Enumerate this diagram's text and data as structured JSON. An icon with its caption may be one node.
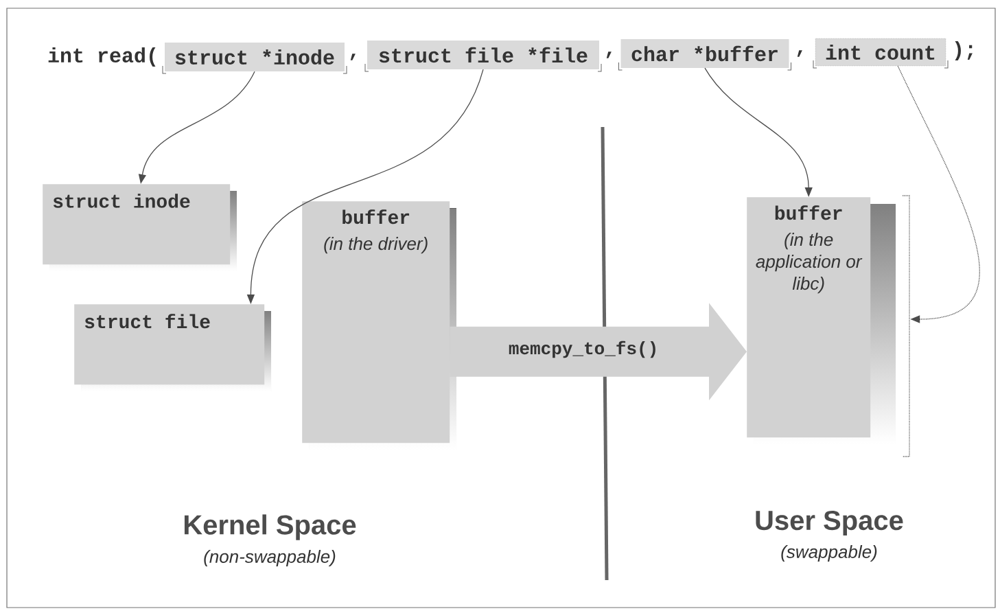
{
  "diagram": {
    "nodes": [
      {
        "text": [
          "struct *inode"
        ]
      },
      {
        "text": [
          "struct file *file"
        ]
      },
      {
        "text": [
          "char *buffer"
        ]
      },
      {
        "text": [
          "int count"
        ]
      },
      {
        "text": [
          "struct inode"
        ]
      },
      {
        "text": [
          "struct file"
        ]
      },
      {
        "text": [
          "buffer",
          "(in the driver)"
        ]
      },
      {
        "text": [
          "buffer",
          "(in the application or libc)"
        ]
      },
      {
        "text": [],
        "shape": "bar"
      }
    ],
    "edges": [
      {
        "from": 0,
        "to": 4,
        "arrow": "to"
      },
      {
        "from": 1,
        "to": 5,
        "arrow": "to"
      },
      {
        "from": 2,
        "to": 7,
        "arrow": "to"
      },
      {
        "from": 3,
        "to": 8,
        "arrow": "to",
        "style": "dashed"
      },
      {
        "from": 6,
        "to": 7,
        "arrow": "to",
        "style": "thick",
        "color": "#d1d1d1",
        "label": "memcpy_to_fs()"
      }
    ],
    "labels": [
      "int read(",
      ",",
      ",",
      ",",
      ");",
      "Kernel Space",
      "(non-swappable)",
      "User Space",
      "(swappable)"
    ]
  }
}
